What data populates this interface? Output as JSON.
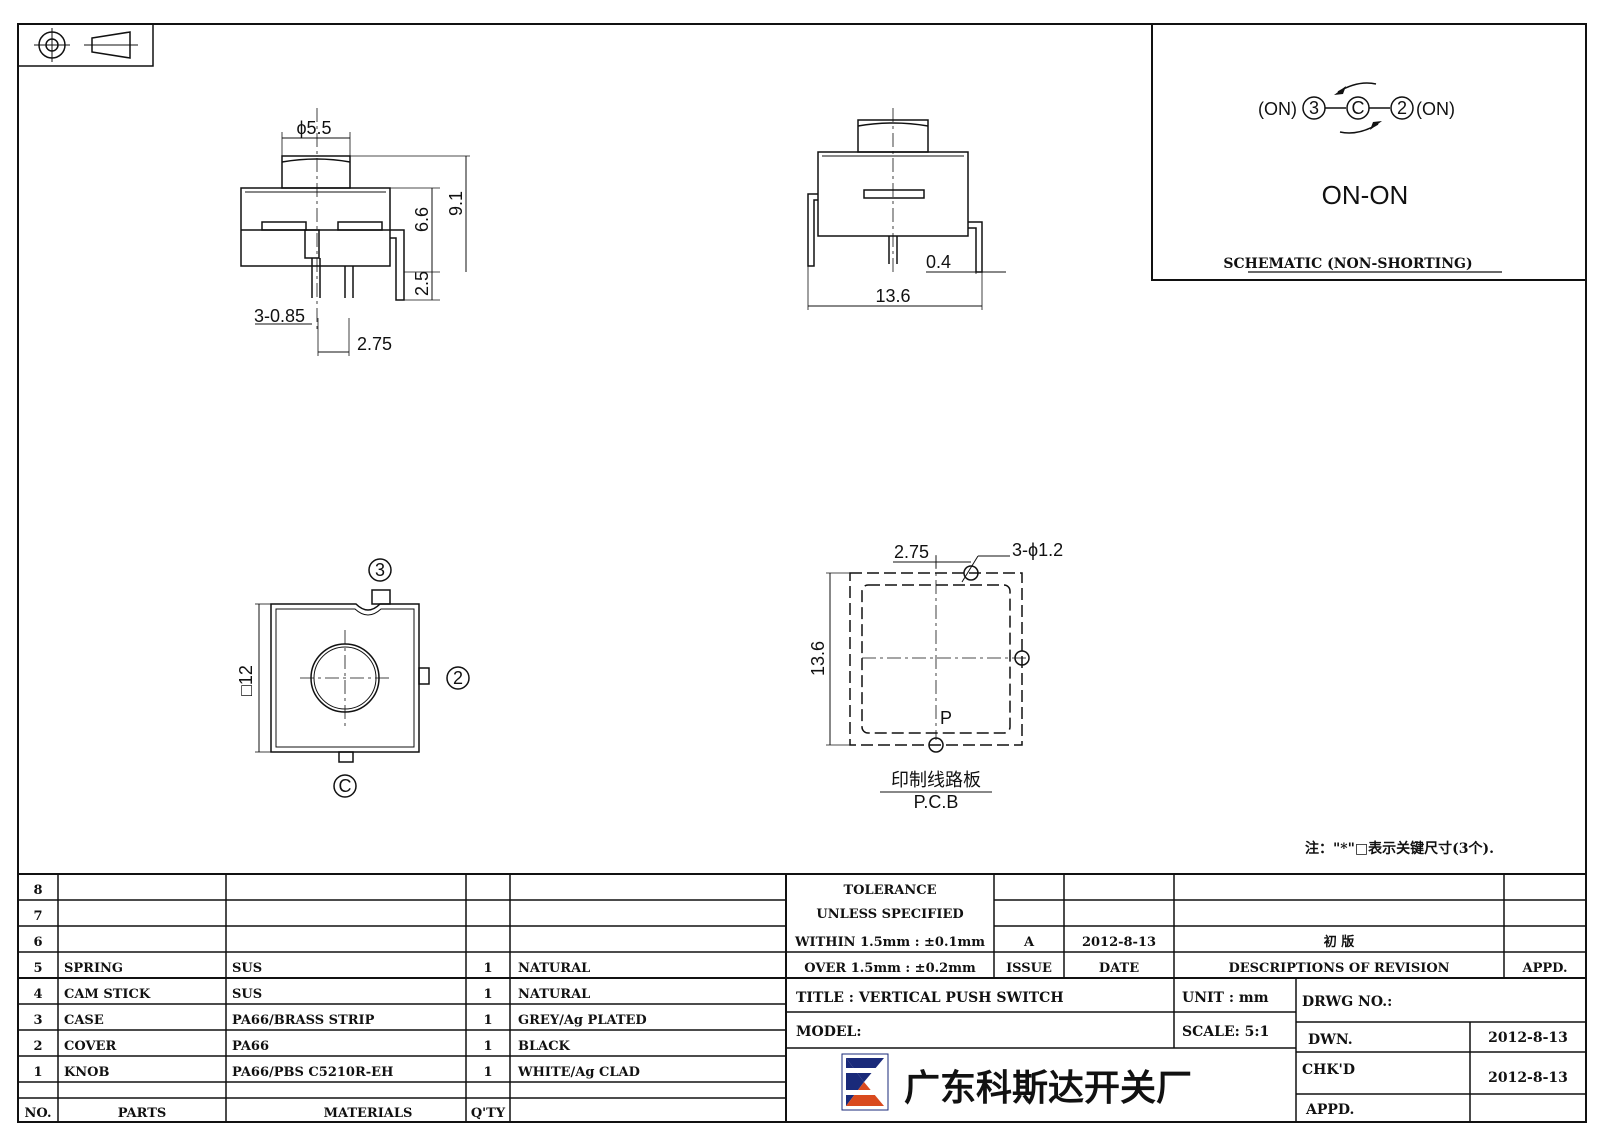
{
  "schematic": {
    "left_label": "(ON)",
    "right_label": "(ON)",
    "pin_left": "3",
    "pin_center": "C",
    "pin_right": "2",
    "mode": "ON-ON",
    "caption": "SCHEMATIC (NON-SHORTING)"
  },
  "front_view": {
    "knob_dia": "ϕ5.5",
    "height_total": "9.1",
    "height_body": "6.6",
    "pin_len": "2.5",
    "pin_dia": "3-0.85",
    "pin_pitch": "2.75"
  },
  "side_view": {
    "lead_thk": "0.4",
    "width": "13.6"
  },
  "top_view": {
    "size": "□12",
    "pin3": "3",
    "pin2": "2",
    "pinC": "C"
  },
  "pcb_view": {
    "pitch": "2.75",
    "hole": "3-ϕ1.2",
    "size": "13.6",
    "p_mark": "P",
    "caption_cn": "印制线路板",
    "caption_en": "P.C.B"
  },
  "note": "注：\"*\"□表示关键尺寸(3个).",
  "bom": {
    "rows": [
      {
        "no": "8",
        "part": "",
        "material": "",
        "qty": "",
        "finish": ""
      },
      {
        "no": "7",
        "part": "",
        "material": "",
        "qty": "",
        "finish": ""
      },
      {
        "no": "6",
        "part": "",
        "material": "",
        "qty": "",
        "finish": ""
      },
      {
        "no": "5",
        "part": "SPRING",
        "material": "SUS",
        "qty": "1",
        "finish": "NATURAL"
      },
      {
        "no": "4",
        "part": "CAM STICK",
        "material": "SUS",
        "qty": "1",
        "finish": "NATURAL"
      },
      {
        "no": "3",
        "part": "CASE",
        "material": "PA66/BRASS STRIP",
        "qty": "1",
        "finish": "GREY/Ag PLATED"
      },
      {
        "no": "2",
        "part": "COVER",
        "material": "PA66",
        "qty": "1",
        "finish": "BLACK"
      },
      {
        "no": "1",
        "part": "KNOB",
        "material": "PA66/PBS C5210R-EH",
        "qty": "1",
        "finish": "WHITE/Ag CLAD"
      }
    ],
    "header": {
      "no": "NO.",
      "part": "PARTS",
      "material": "MATERIALS",
      "qty": "Q'TY"
    }
  },
  "tolerance": {
    "l1": "TOLERANCE",
    "l2": "UNLESS  SPECIFIED",
    "l3": "WITHIN 1.5mm : ±0.1mm",
    "l4": "OVER 1.5mm : ±0.2mm"
  },
  "revision": {
    "issue": "A",
    "date": "2012-8-13",
    "desc": "初 版",
    "h_issue": "ISSUE",
    "h_date": "DATE",
    "h_desc": "DESCRIPTIONS OF REVISION",
    "h_appd": "APPD."
  },
  "title_block": {
    "title": "TITLE :  VERTICAL PUSH SWITCH",
    "unit": "UNIT :  mm",
    "drwg_no": "DRWG NO.:",
    "model": "MODEL:",
    "scale": "SCALE:  5:1",
    "dwn": "DWN.",
    "dwn_date": "2012-8-13",
    "chkd": "CHK'D",
    "chk_date": "2012-8-13",
    "appd": "APPD.",
    "company": "广东科斯达开关厂"
  }
}
